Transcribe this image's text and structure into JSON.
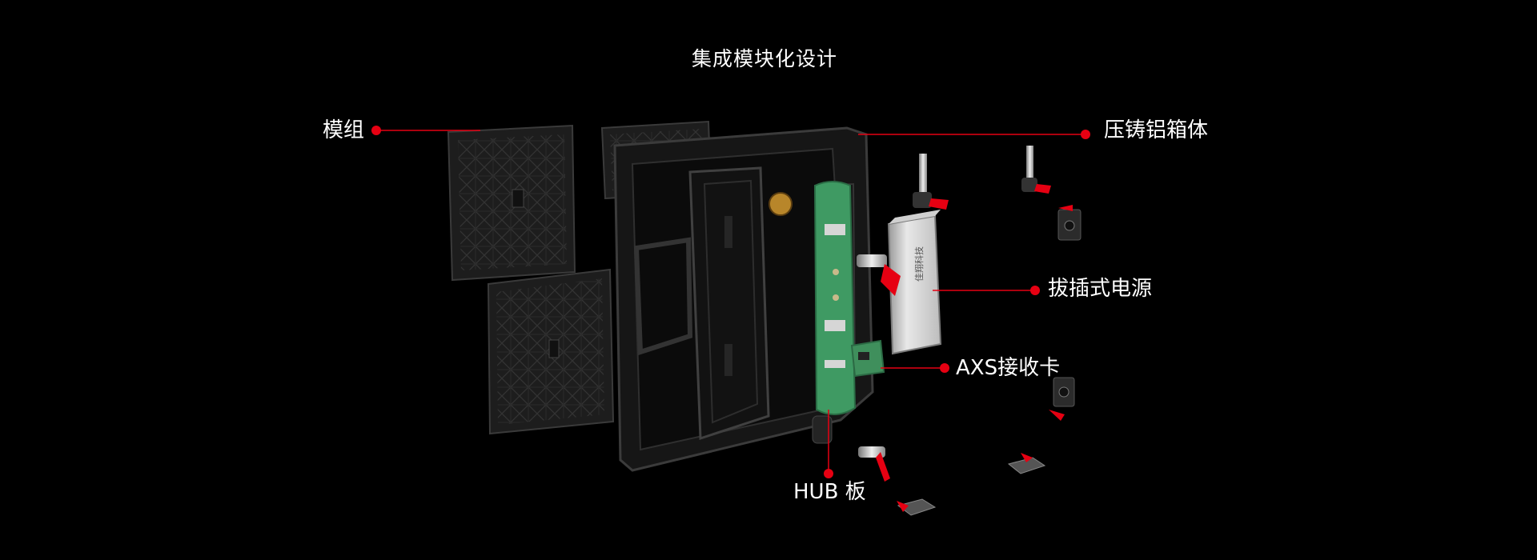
{
  "page": {
    "title": "集成模块化设计"
  },
  "callouts": {
    "module": "模组",
    "cabinet": "压铸铝箱体",
    "power_supply": "拔插式电源",
    "axs_card": "AXS接收卡",
    "hub_board": "HUB 板"
  },
  "product": {
    "psu_brand": "佳翔科技"
  },
  "colors": {
    "background": "#000000",
    "accent": "#e60012",
    "pcb_green": "#3f9a63",
    "text": "#ffffff"
  }
}
